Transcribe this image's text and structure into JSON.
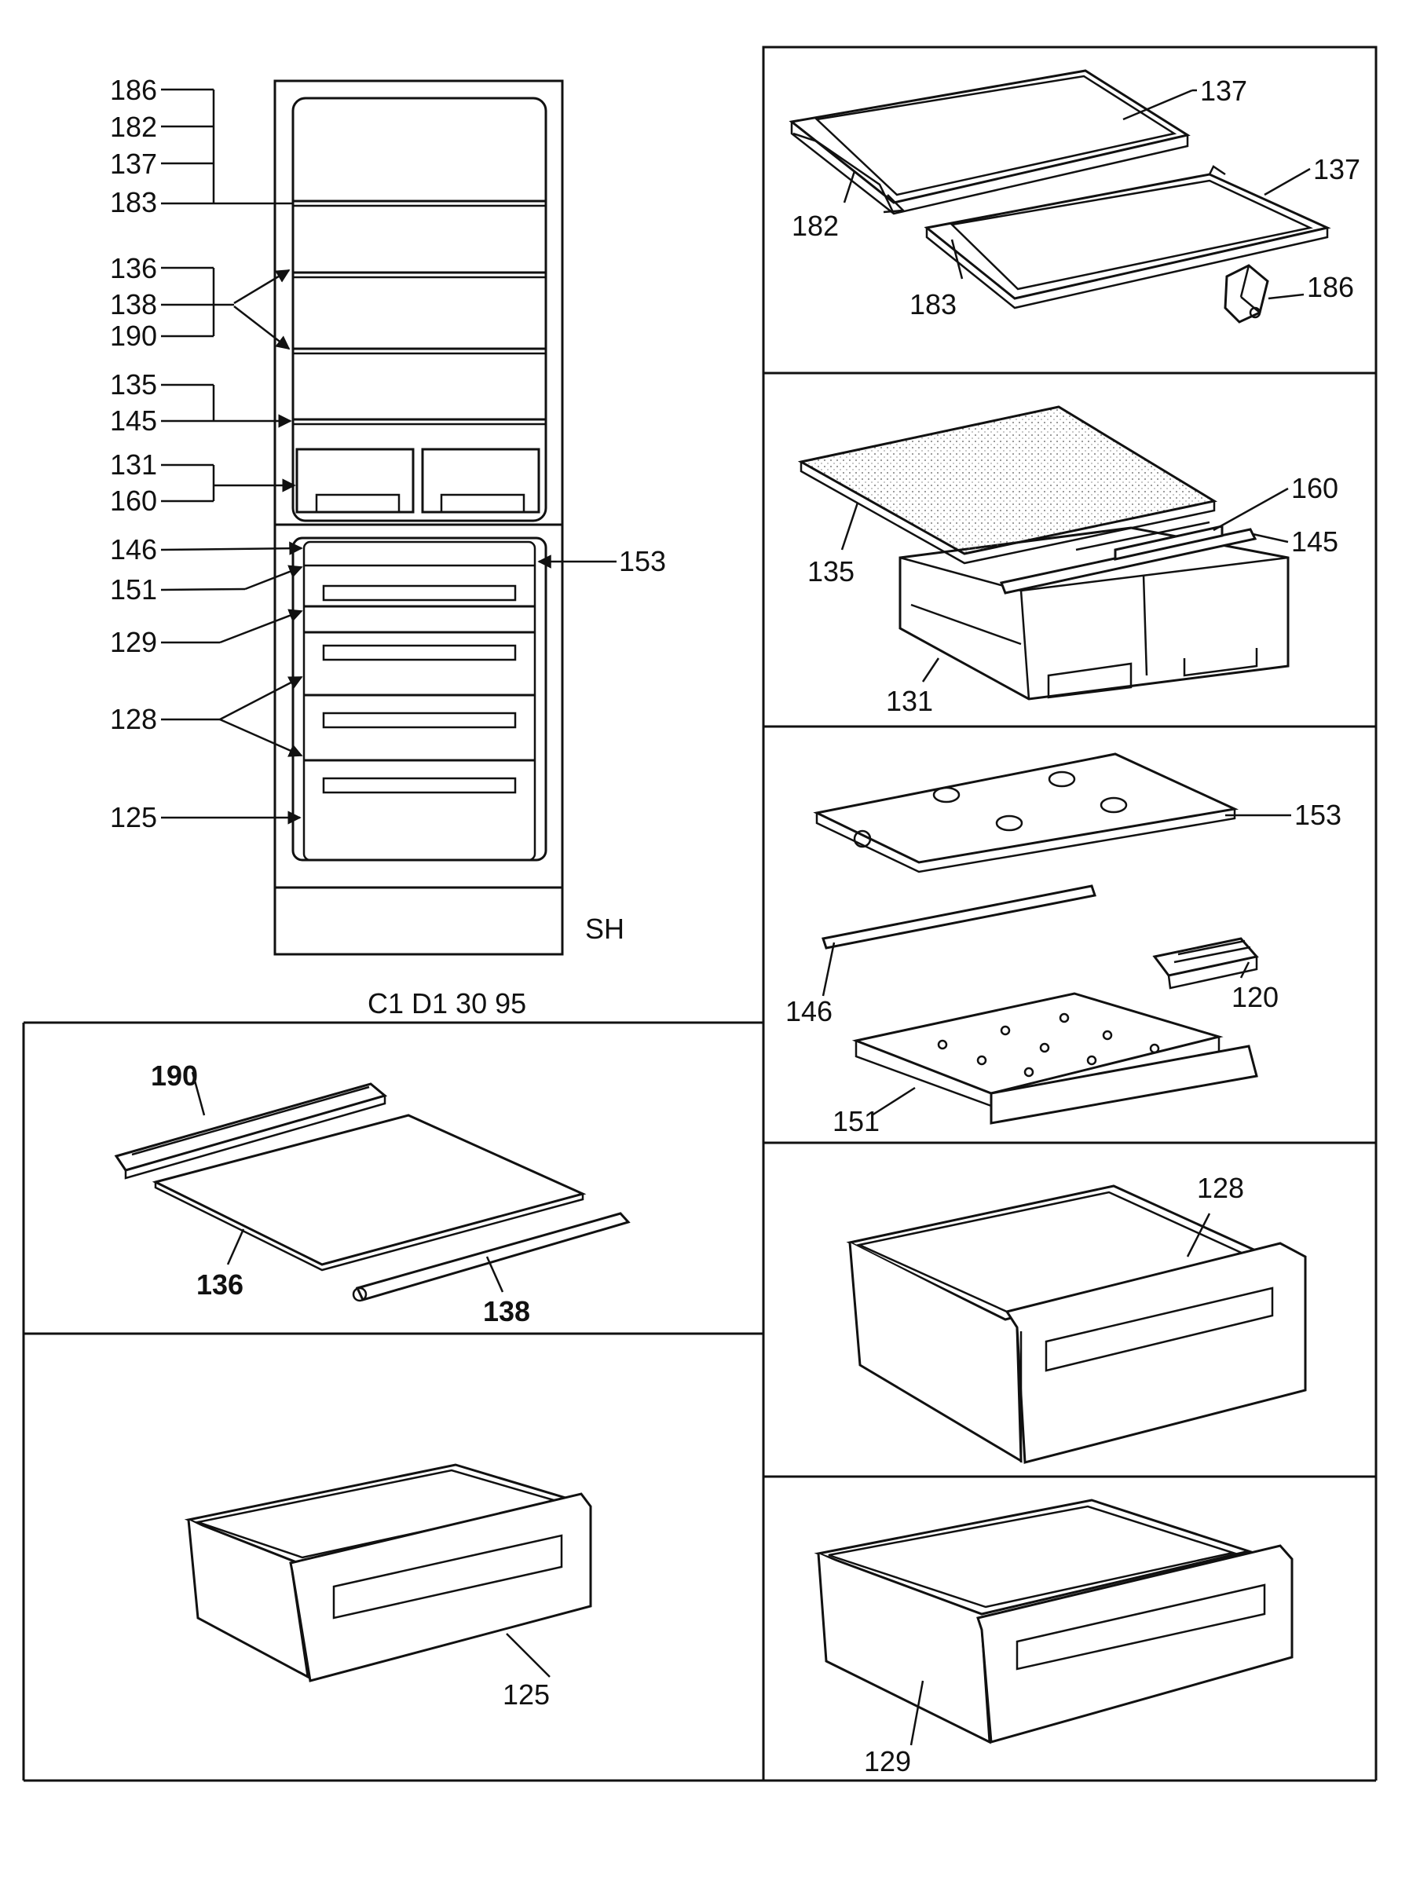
{
  "fridge": {
    "labels": {
      "l186": "186",
      "l182": "182",
      "l137": "137",
      "l183": "183",
      "l136": "136",
      "l138": "138",
      "l190": "190",
      "l135": "135",
      "l145": "145",
      "l131": "131",
      "l160": "160",
      "l146": "146",
      "l151": "151",
      "l129": "129",
      "l128": "128",
      "l125": "125",
      "l153": "153"
    },
    "model_code": "SH",
    "drawing_code": "C1 D1 30 95"
  },
  "panel_shelves_top": {
    "labels": {
      "a137": "137",
      "b137": "137",
      "l182": "182",
      "l183": "183",
      "l186": "186"
    }
  },
  "panel_crisper": {
    "labels": {
      "l160": "160",
      "l145": "145",
      "l135": "135",
      "l131": "131"
    }
  },
  "panel_freezer_top": {
    "labels": {
      "l153": "153",
      "l146": "146",
      "l120": "120",
      "l151": "151"
    }
  },
  "panel_shelf_glass": {
    "labels": {
      "l190": "190",
      "l136": "136",
      "l138": "138"
    }
  },
  "panel_drawer_128": {
    "labels": {
      "l128": "128"
    }
  },
  "panel_drawer_125": {
    "labels": {
      "l125": "125"
    }
  },
  "panel_drawer_129": {
    "labels": {
      "l129": "129"
    }
  }
}
